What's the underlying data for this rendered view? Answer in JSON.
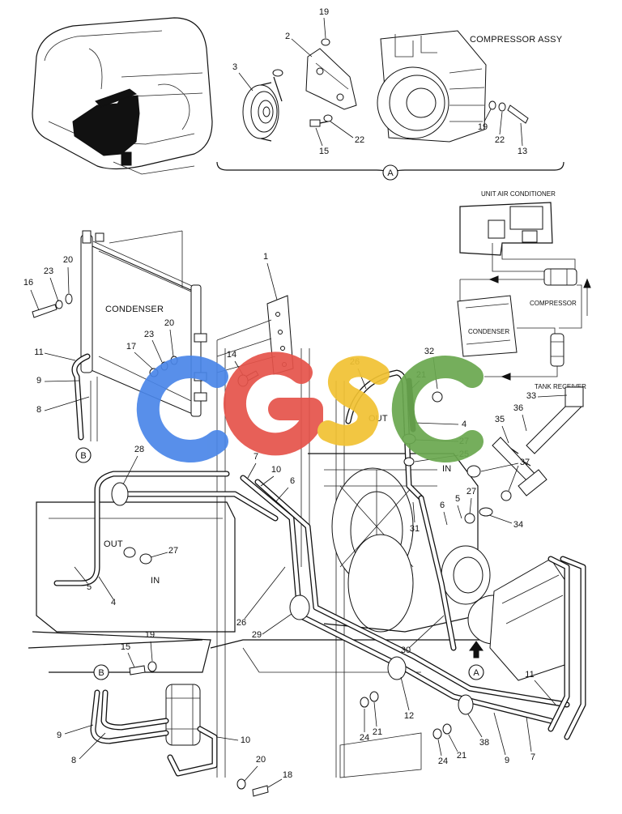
{
  "labels": {
    "compressor_assy": "COMPRESSOR ASSY",
    "condenser": "CONDENSER",
    "unit_air_conditioner": "UNIT AIR CONDITIONER",
    "compressor": "COMPRESSOR",
    "condenser_small": "CONDENSER",
    "tank_receiver": "TANK RECEIVER",
    "out_upper": "OUT",
    "in_upper": "IN",
    "out_lower": "OUT",
    "in_lower": "IN"
  },
  "view_refs": {
    "a_top": "A",
    "a_lower": "A",
    "b_left": "B",
    "b_lower": "B"
  },
  "watermark": {
    "text": "CGSC",
    "colors": [
      "#4a86e8",
      "#e6534a",
      "#f1c232",
      "#6aa84f"
    ]
  },
  "callouts": {
    "n19a": "19",
    "n2": "2",
    "n3": "3",
    "n15a": "15",
    "n22a": "22",
    "n19b": "19",
    "n22b": "22",
    "n13": "13",
    "n1": "1",
    "n16": "16",
    "n23a": "23",
    "n20a": "20",
    "n11a": "11",
    "n9a": "9",
    "n8a": "8",
    "n17": "17",
    "n23b": "23",
    "n20b": "20",
    "n14": "14",
    "n26a": "26",
    "n21a": "21",
    "n32": "32",
    "n4a": "4",
    "n27a": "27",
    "n25": "25",
    "n35": "35",
    "n36": "36",
    "n33": "33",
    "n37": "37",
    "n27b": "27",
    "n34": "34",
    "n5a": "5",
    "n6a": "6",
    "n28": "28",
    "n7a": "7",
    "n10a": "10",
    "n6b": "6",
    "n31": "31",
    "n27c": "27",
    "n5b": "5",
    "n4b": "4",
    "n26b": "26",
    "n29": "29",
    "n30": "30",
    "n15b": "15",
    "n19c": "19",
    "n9b": "9",
    "n8b": "8",
    "n10b": "10",
    "n20c": "20",
    "n18": "18",
    "n12": "12",
    "n24a": "24",
    "n21b": "21",
    "n24b": "24",
    "n21c": "21",
    "n38": "38",
    "n9c": "9",
    "n7b": "7",
    "n11b": "11"
  }
}
